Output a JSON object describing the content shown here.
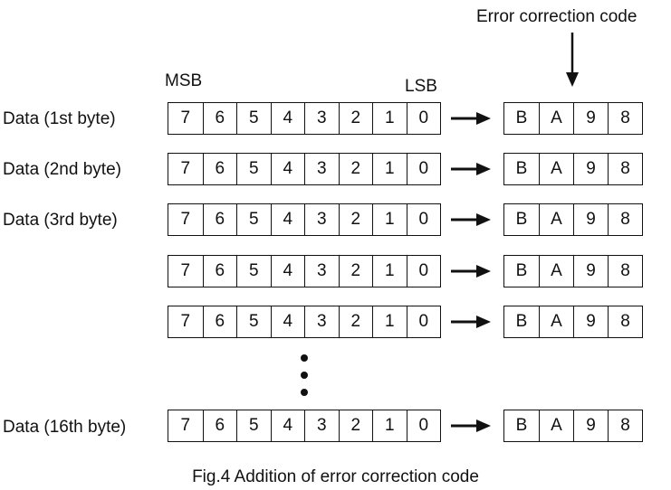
{
  "title": "Fig.4 Addition of error correction code",
  "ecc_header": "Error correction code",
  "msb_label": "MSB",
  "lsb_label": "LSB",
  "data_bits": [
    "7",
    "6",
    "5",
    "4",
    "3",
    "2",
    "1",
    "0"
  ],
  "ecc_bits": [
    "B",
    "A",
    "9",
    "8"
  ],
  "rows": [
    {
      "label": "Data (1st byte)"
    },
    {
      "label": "Data (2nd byte)"
    },
    {
      "label": "Data (3rd byte)"
    },
    {
      "label": ""
    },
    {
      "label": ""
    },
    {
      "label": "Data (16th byte)"
    }
  ]
}
